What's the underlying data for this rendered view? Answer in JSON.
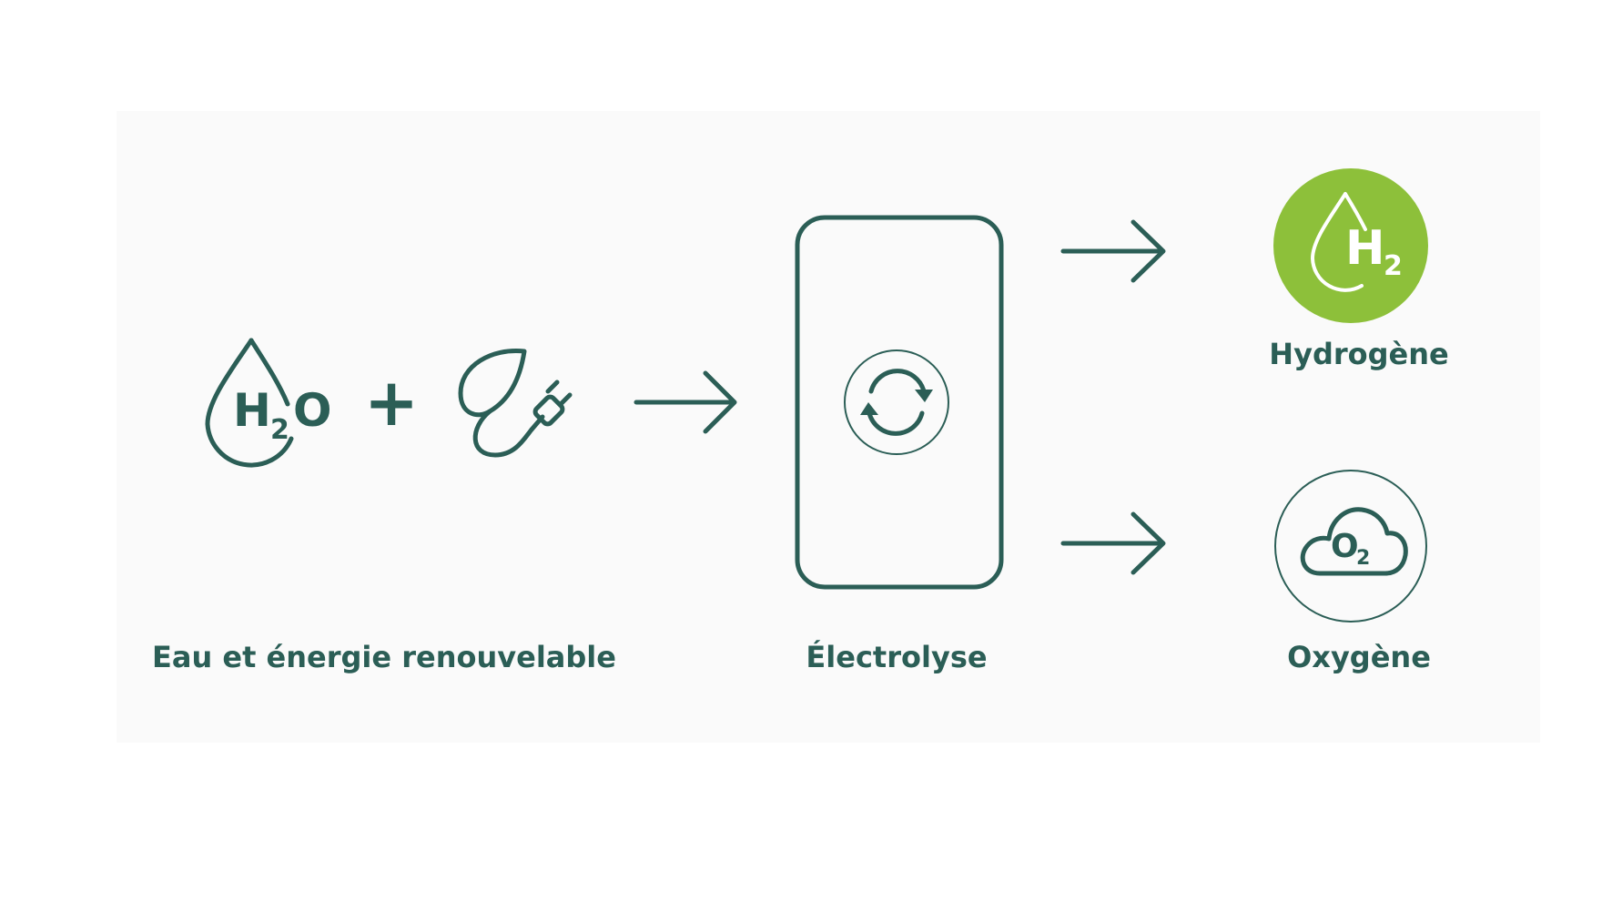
{
  "colors": {
    "primary": "#2b5e56",
    "accent": "#8dc03a",
    "background": "#fafafa",
    "on_accent": "#ffffff"
  },
  "labels": {
    "inputs": "Eau et énergie renouvelable",
    "process": "Électrolyse",
    "hydrogen": "Hydrogène",
    "oxygen": "Oxygène"
  },
  "symbols": {
    "water_main": "H",
    "water_sub": "2",
    "water_tail": "O",
    "plus": "+",
    "hydrogen_main": "H",
    "hydrogen_sub": "2",
    "oxygen_main": "O",
    "oxygen_sub": "2"
  },
  "icons": {
    "water": "water-drop-icon",
    "energy": "leaf-plug-icon",
    "electrolysis": "refresh-cycle-icon",
    "hydrogen": "hydrogen-drop-icon",
    "oxygen": "oxygen-cloud-icon"
  }
}
